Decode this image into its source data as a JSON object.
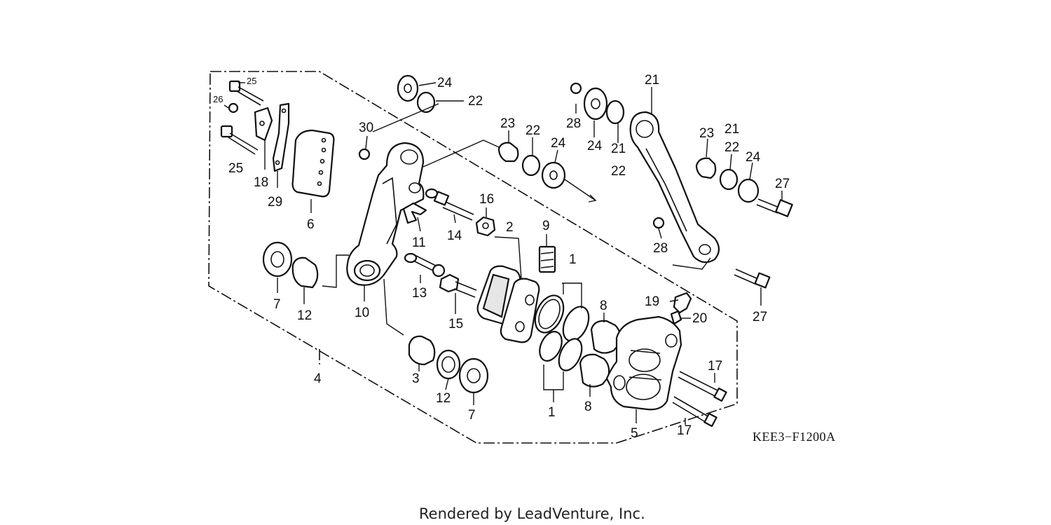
{
  "diagram": {
    "code": "KEE3−F1200A",
    "footer": "Rendered by LeadVenture, Inc.",
    "callouts": {
      "c1a": "1",
      "c1b": "1",
      "c2": "2",
      "c3": "3",
      "c4": "4",
      "c5": "5",
      "c6": "6",
      "c7a": "7",
      "c7b": "7",
      "c8a": "8",
      "c8b": "8",
      "c9": "9",
      "c10": "10",
      "c11": "11",
      "c12a": "12",
      "c12b": "12",
      "c13": "13",
      "c14": "14",
      "c15": "15",
      "c16": "16",
      "c17a": "17",
      "c17b": "17",
      "c18": "18",
      "c19": "19",
      "c20": "20",
      "c21a": "21",
      "c21b": "21",
      "c21c": "21",
      "c22a": "22",
      "c22b": "22",
      "c22c": "22",
      "c22d": "22",
      "c23a": "23",
      "c23b": "23",
      "c24a": "24",
      "c24b": "24",
      "c24c": "24",
      "c24d": "24",
      "c25a": "25",
      "c25b": "25",
      "c26": "26",
      "c27a": "27",
      "c27b": "27",
      "c28a": "28",
      "c28b": "28",
      "c29": "29",
      "c30": "30"
    }
  }
}
